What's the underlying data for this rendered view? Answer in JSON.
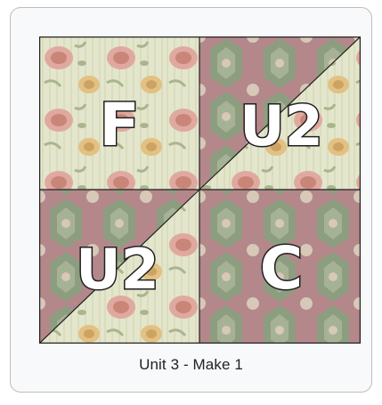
{
  "caption": "Unit 3 - Make 1",
  "labels": {
    "top_left": "F",
    "top_right": "U2",
    "bottom_left": "U2",
    "bottom_right": "C"
  },
  "fabric_colors": {
    "floral_bg": "#e3e6cc",
    "floral_stripe": "#d6dab8",
    "rose": "#e0a9a0",
    "rose_dark": "#c98678",
    "gold": "#e2c183",
    "leaf": "#a9b58c",
    "tile_mauve": "#b4878b",
    "tile_green": "#8d9e80",
    "tile_light": "#d7c8b8",
    "outline": "#1f1f1f"
  }
}
